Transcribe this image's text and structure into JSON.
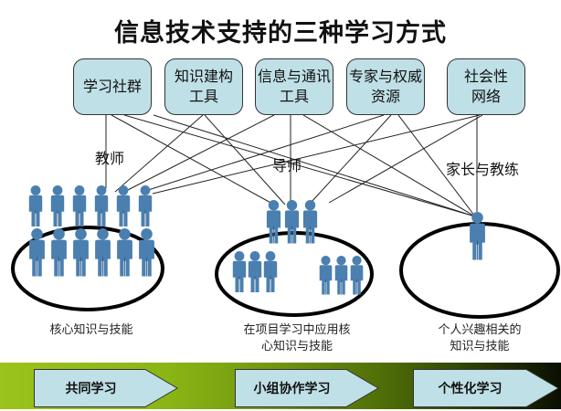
{
  "title": "信息技术支持的三种学习方式",
  "resources": [
    {
      "label": "学习社群"
    },
    {
      "label": "知识建构\n工具"
    },
    {
      "label": "信息与通讯\n工具"
    },
    {
      "label": "专家与权威\n资源"
    },
    {
      "label": "社会性\n网络"
    }
  ],
  "roles": {
    "teacher": "教师",
    "mentor": "导师",
    "parent_coach": "家长与教练"
  },
  "captions": {
    "core": "核心知识与技能",
    "project": "在项目学习中应用核\n心知识与技能",
    "personal": "个人兴趣相关的\n知识与技能"
  },
  "learning_modes": [
    {
      "label": "共同学习"
    },
    {
      "label": "小组协作学习"
    },
    {
      "label": "个性化学习"
    }
  ],
  "colors": {
    "box_fill": "#bfe0e6",
    "figure": "#4a7fb0",
    "band_start": "#9bc31c",
    "band_end": "#0a0f01"
  }
}
